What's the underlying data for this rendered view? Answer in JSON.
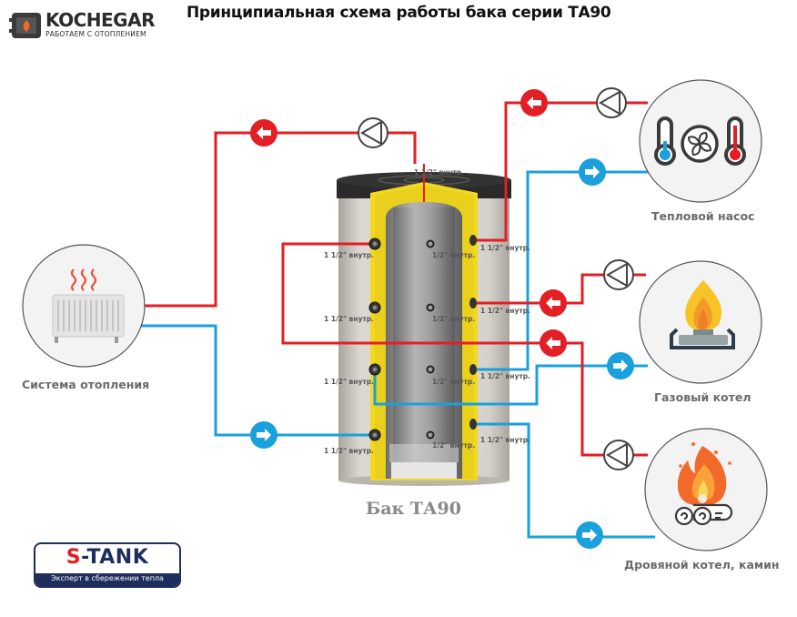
{
  "header": {
    "title": "Принципиальная схема работы бака серии ТА90",
    "brand_name": "KOCHEGAR",
    "brand_tagline": "РАБОТАЕМ С ОТОПЛЕНИЕМ"
  },
  "tank": {
    "caption": "Бак ТА90",
    "top_port_label": "1 1/2\" внутр.",
    "left_ports": [
      "1 1/2\" внутр.",
      "1 1/2\" внутр.",
      "1 1/2\" внутр.",
      "1 1/2\" внутр."
    ],
    "inner_ports": [
      "1/2\" внутр.",
      "1/2\" внутр.",
      "1/2\" внутр.",
      "1/2\" внутр."
    ],
    "right_ports": [
      "1 1/2\" внутр.",
      "1 1/2\" внутр.",
      "1 1/2\" внутр.",
      "1 1/2\" внутр."
    ]
  },
  "devices": {
    "heating_system": "Система отопления",
    "heat_pump": "Тепловой насос",
    "gas_boiler": "Газовый котел",
    "wood_boiler": "Дровяной котел, камин"
  },
  "footer_logo": {
    "name_prefix": "S",
    "name_rest": "-TANK",
    "tagline": "Эксперт в сбережении тепла"
  },
  "colors": {
    "hot_line": "#e31e24",
    "cold_line": "#1aa0dc",
    "insulation": "#f2d81e",
    "brand_navy": "#1f2d5c"
  }
}
